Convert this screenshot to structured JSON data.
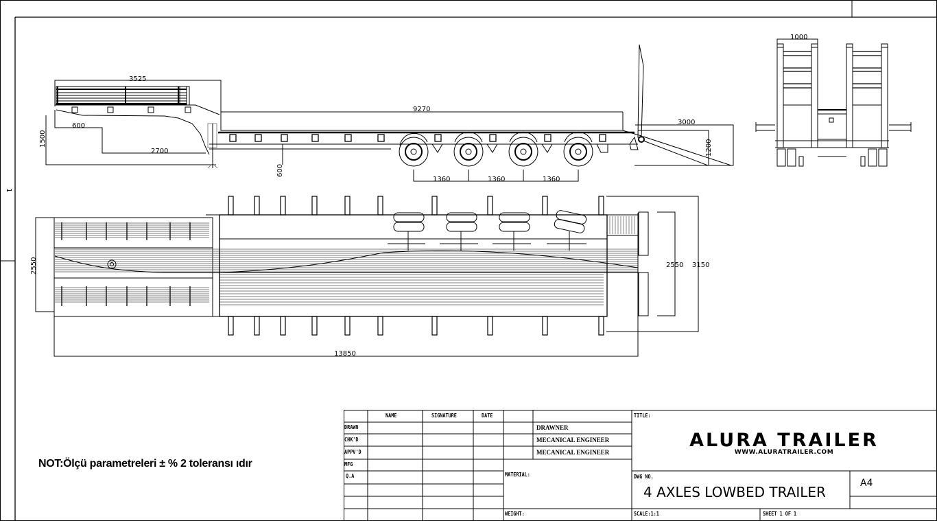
{
  "drawing": {
    "title": "4 AXLES LOWBED TRAILER",
    "company": "ALURA TRAILER",
    "website": "WWW.ALURATRAILER.COM",
    "sheet_size": "A4",
    "zone_marker": "1",
    "note": "NOT:Ölçü parametreleri ±  % 2  toleransı ıdır"
  },
  "views": {
    "side": {
      "dims": {
        "gooseneck_length": "3525",
        "king_pin_offset": "600",
        "gooseneck_height": "1500",
        "neck_length": "2700",
        "deck_height": "600",
        "deck_length": "9270",
        "axle_spacing": [
          "1360",
          "1360",
          "1360"
        ],
        "ramp_length": "3000",
        "ramp_height": "1200"
      }
    },
    "rear": {
      "dims": {
        "ramp_width": "1000"
      }
    },
    "top": {
      "dims": {
        "width": "2550",
        "overall_length": "13850",
        "deck_width": "2550",
        "extended_width": "3150"
      }
    }
  },
  "title_block": {
    "headers": {
      "name": "NAME",
      "signature": "SIGNATURE",
      "date": "DATE"
    },
    "rows": [
      {
        "label": "DRAWN",
        "role": "DRAWNER"
      },
      {
        "label": "CHK'D",
        "role": "MECANICAL ENGINEER"
      },
      {
        "label": "APPV'D",
        "role": "MECANICAL ENGINEER"
      },
      {
        "label": "MFG",
        "role": ""
      },
      {
        "label": "Q.A",
        "role": ""
      }
    ],
    "material_label": "MATERIAL:",
    "weight_label": "WEIGHT:",
    "title_label": "TITLE:",
    "dwg_no_label": "DWG NO.",
    "scale_label": "SCALE:1:1",
    "sheet_label": "SHEET 1 OF 1"
  }
}
